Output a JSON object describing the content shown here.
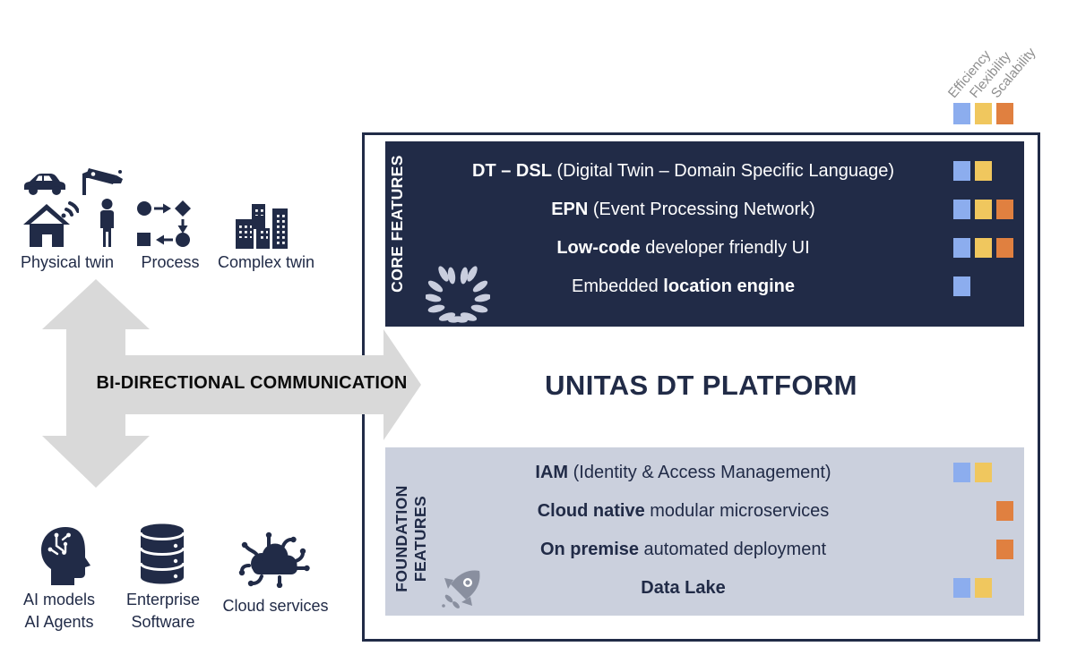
{
  "legend": {
    "columns": [
      {
        "name": "efficiency",
        "label": "Efficiency",
        "color": "#8cadee"
      },
      {
        "name": "flexibility",
        "label": "Flexibility",
        "color": "#f0c75e"
      },
      {
        "name": "scalability",
        "label": "Scalability",
        "color": "#e08040"
      }
    ]
  },
  "twins": {
    "physical": "Physical twin",
    "process": "Process",
    "complex": "Complex twin"
  },
  "sources": {
    "ai": [
      "AI models",
      "AI Agents"
    ],
    "enterprise": [
      "Enterprise",
      "Software"
    ],
    "cloud": "Cloud services"
  },
  "communication": {
    "label": "BI-DIRECTIONAL COMMUNICATION"
  },
  "platform": {
    "title": "UNITAS DT PLATFORM",
    "core": {
      "label": "CORE FEATURES",
      "icon": "laurel-wreath-icon",
      "rows": [
        {
          "segments": [
            {
              "text": "DT – DSL",
              "bold": true
            },
            {
              "text": " (Digital Twin – Domain Specific Language)",
              "bold": false
            }
          ],
          "capabilities": [
            "efficiency",
            "flexibility"
          ]
        },
        {
          "segments": [
            {
              "text": "EPN",
              "bold": true
            },
            {
              "text": " (Event Processing Network)",
              "bold": false
            }
          ],
          "capabilities": [
            "efficiency",
            "flexibility",
            "scalability"
          ]
        },
        {
          "segments": [
            {
              "text": "Low-code",
              "bold": true
            },
            {
              "text": " developer friendly UI",
              "bold": false
            }
          ],
          "capabilities": [
            "efficiency",
            "flexibility",
            "scalability"
          ]
        },
        {
          "segments": [
            {
              "text": "Embedded ",
              "bold": false
            },
            {
              "text": "location engine",
              "bold": true
            }
          ],
          "capabilities": [
            "efficiency"
          ]
        }
      ]
    },
    "foundation": {
      "label": "FOUNDATION\nFEATURES",
      "icon": "rocket-icon",
      "rows": [
        {
          "segments": [
            {
              "text": "IAM",
              "bold": true
            },
            {
              "text": " (Identity & Access Management)",
              "bold": false
            }
          ],
          "capabilities": [
            "efficiency",
            "flexibility"
          ]
        },
        {
          "segments": [
            {
              "text": "Cloud native",
              "bold": true
            },
            {
              "text": " modular microservices",
              "bold": false
            }
          ],
          "capabilities": [
            "scalability"
          ]
        },
        {
          "segments": [
            {
              "text": "On premise",
              "bold": true
            },
            {
              "text": " automated deployment",
              "bold": false
            }
          ],
          "capabilities": [
            "scalability"
          ]
        },
        {
          "segments": [
            {
              "text": "Data Lake",
              "bold": true
            }
          ],
          "capabilities": [
            "efficiency",
            "flexibility"
          ]
        }
      ]
    }
  },
  "icons": {
    "physical_twin": [
      "car-icon",
      "security-camera-icon",
      "smart-home-icon",
      "person-icon"
    ],
    "process": [
      "process-flow-icon"
    ],
    "complex_twin": [
      "buildings-icon"
    ],
    "digital_sources": [
      "ai-head-icon",
      "database-icon",
      "cloud-network-icon"
    ],
    "platform": [
      "laurel-wreath-icon",
      "rocket-icon"
    ]
  },
  "colors": {
    "navy": "#212b47",
    "foundation_bg": "#cbd0dd",
    "arrow_gray": "#d9d9d9",
    "legend_text": "#8e8e8e",
    "efficiency_blue": "#8cadee",
    "flexibility_yellow": "#f0c75e",
    "scalability_orange": "#e08040"
  }
}
